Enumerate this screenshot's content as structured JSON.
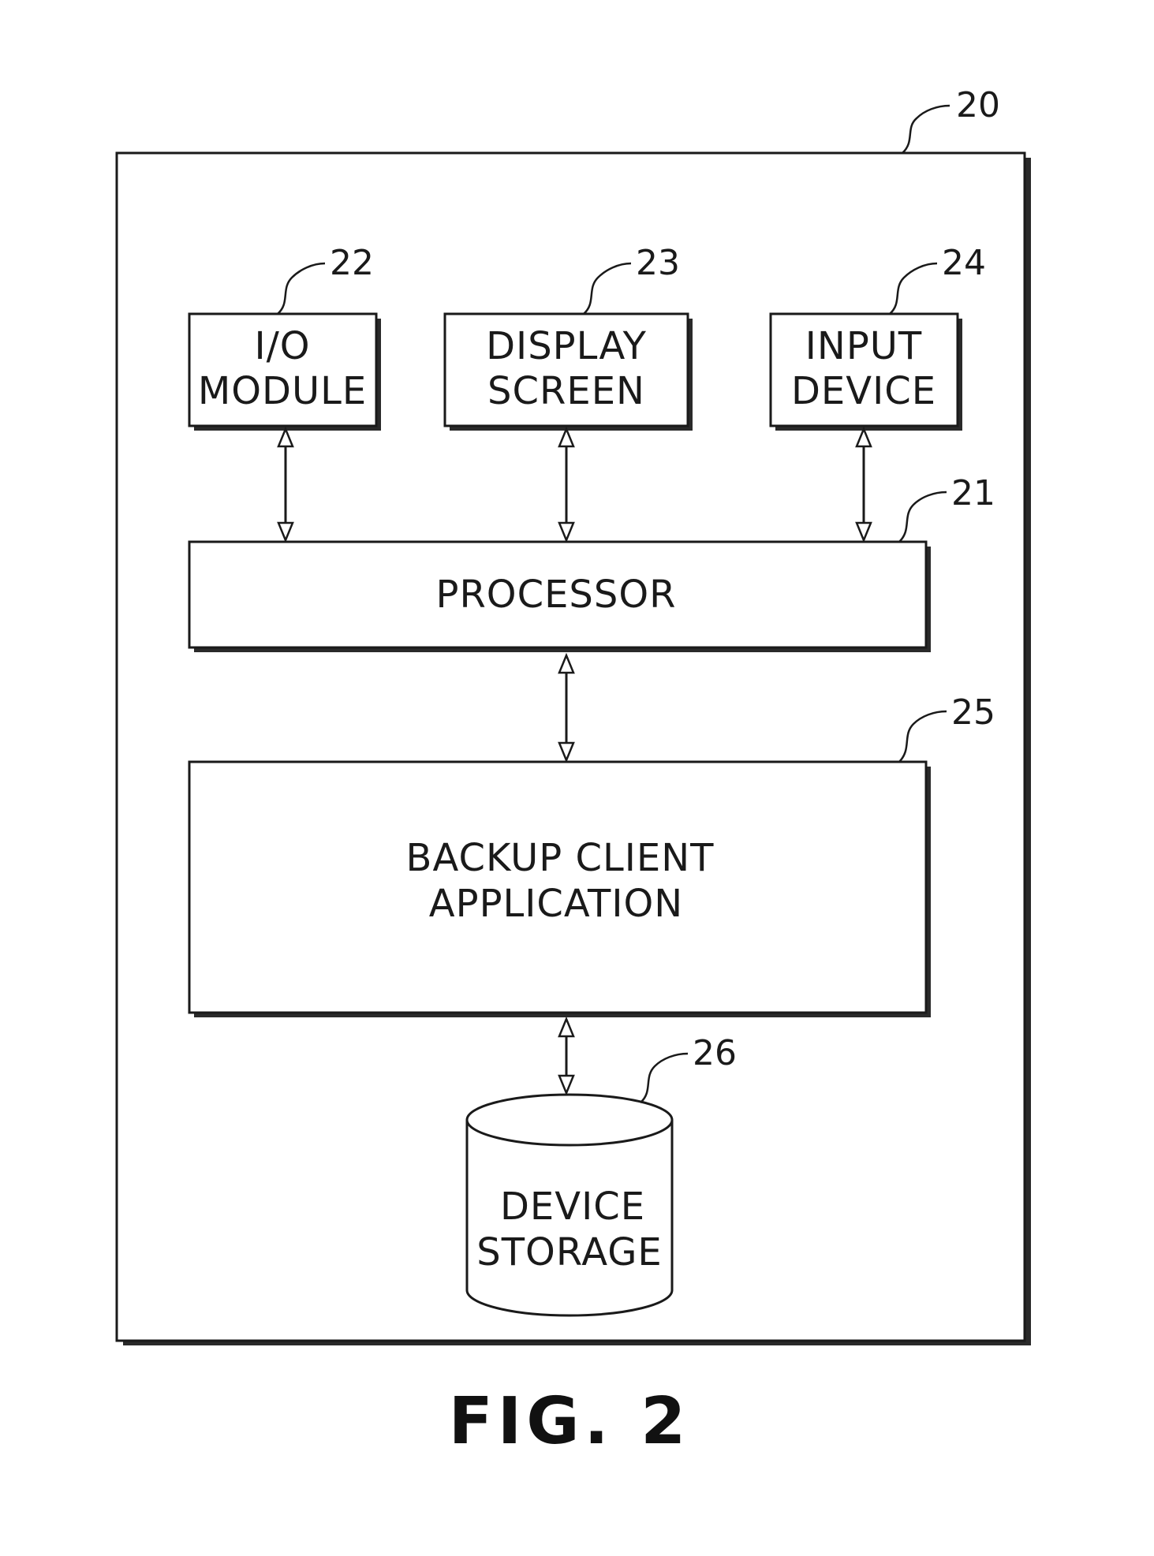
{
  "device": {
    "ref": "20"
  },
  "components": {
    "io_module": {
      "ref": "22",
      "lines": [
        "I/O",
        "MODULE"
      ]
    },
    "display_screen": {
      "ref": "23",
      "lines": [
        "DISPLAY",
        "SCREEN"
      ]
    },
    "input_device": {
      "ref": "24",
      "lines": [
        "INPUT",
        "DEVICE"
      ]
    },
    "processor": {
      "ref": "21",
      "lines": [
        "PROCESSOR"
      ]
    },
    "backup_client": {
      "ref": "25",
      "lines": [
        "BACKUP CLIENT",
        "APPLICATION"
      ]
    },
    "device_storage": {
      "ref": "26",
      "lines": [
        "DEVICE",
        "STORAGE"
      ]
    }
  },
  "connections": [
    {
      "from": "io_module",
      "to": "processor",
      "type": "bidirectional"
    },
    {
      "from": "display_screen",
      "to": "processor",
      "type": "bidirectional"
    },
    {
      "from": "input_device",
      "to": "processor",
      "type": "bidirectional"
    },
    {
      "from": "processor",
      "to": "backup_client",
      "type": "bidirectional"
    },
    {
      "from": "backup_client",
      "to": "device_storage",
      "type": "bidirectional"
    }
  ],
  "caption": "FIG. 2"
}
